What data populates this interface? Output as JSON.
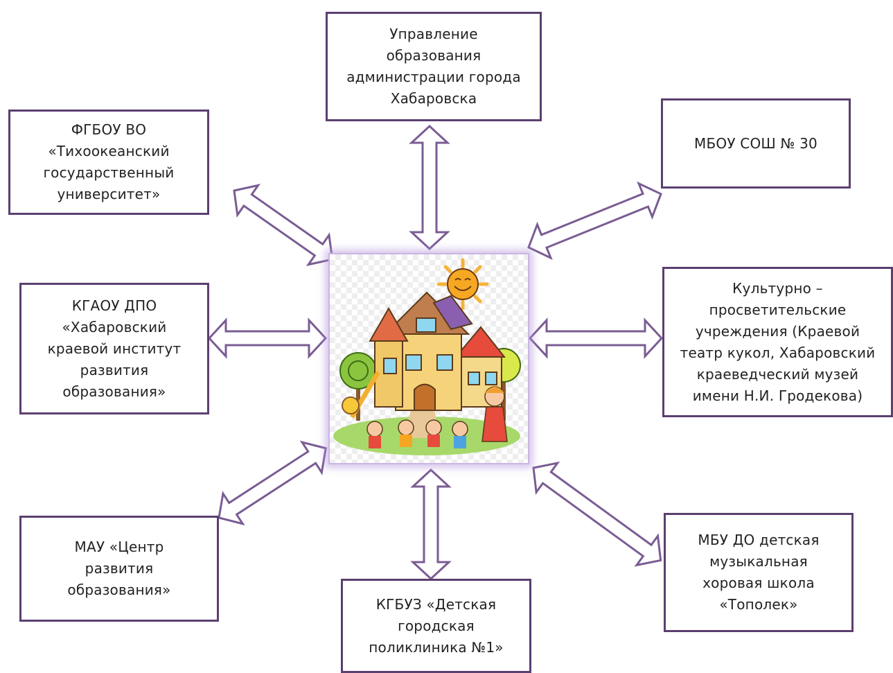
{
  "diagram": {
    "nodes": [
      {
        "id": "top",
        "label": "Управление\nобразования\nадминистрации города\nХабаровска"
      },
      {
        "id": "top-left",
        "label": "ФГБОУ ВО\n«Тихоокеанский\nгосударственный\nуниверситет»"
      },
      {
        "id": "top-right",
        "label": "МБОУ СОШ № 30"
      },
      {
        "id": "left",
        "label": "КГАОУ ДПО\n«Хабаровский\nкраевой институт\nразвития\nобразования»"
      },
      {
        "id": "right",
        "label": "Культурно –\nпросветительские\nучреждения (Краевой\nтеатр кукол, Хабаровский\nкраеведческий музей\nимени Н.И. Гродекова)"
      },
      {
        "id": "bottom-left",
        "label": "МАУ «Центр\nразвития\nобразования»"
      },
      {
        "id": "bottom",
        "label": "КГБУЗ «Детская\nгородская\nполиклиника №1»"
      },
      {
        "id": "bottom-right",
        "label": "МБУ ДО детская\nмузыкальная\nхоровая школа\n«Тополек»"
      }
    ],
    "center_image": "kindergarten-house-illustration",
    "connector": "double-headed-arrow",
    "colors": {
      "border": "#5b3f70",
      "arrow": "#7a5c93",
      "glow": "#c9b6e4"
    }
  }
}
